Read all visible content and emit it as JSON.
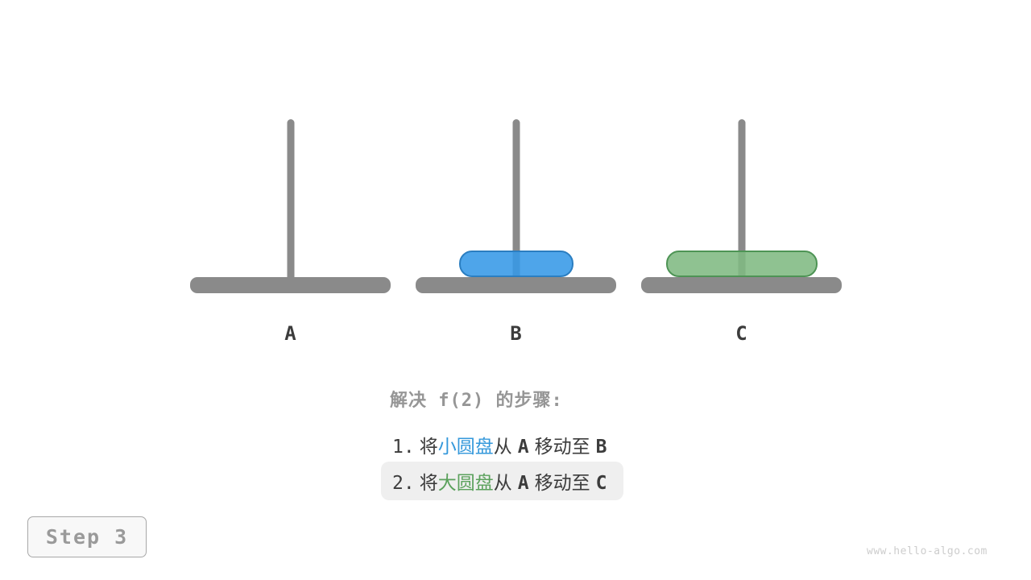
{
  "towers": {
    "labels": [
      "A",
      "B",
      "C"
    ],
    "pegs": [
      {
        "label": "A",
        "disks": []
      },
      {
        "label": "B",
        "disks": [
          "small-blue-disk"
        ]
      },
      {
        "label": "C",
        "disks": [
          "large-green-disk"
        ]
      }
    ]
  },
  "caption": {
    "heading": "解决 f(2) 的步骤:",
    "steps": [
      {
        "num": "1.",
        "pre": "将",
        "disk": "小圆盘",
        "mid": "从",
        "from": "A",
        "move": "移动至",
        "to": "B",
        "highlighted": false
      },
      {
        "num": "2.",
        "pre": "将",
        "disk": "大圆盘",
        "mid": "从",
        "from": "A",
        "move": "移动至",
        "to": "C",
        "highlighted": true
      }
    ]
  },
  "step_badge": {
    "label": "Step 3"
  },
  "watermark": "www.hello-algo.com",
  "colors": {
    "peg": "#8a8a8a",
    "base": "#8a8a8a",
    "disk-small-fill": "#3598e7e0",
    "disk-small-border": "#2b7ec1",
    "disk-large-fill": "#80ba82e0",
    "disk-large-border": "#4e9455",
    "text-dark": "#3c3c3c",
    "text-gray": "#969696",
    "text-blue": "#3498db",
    "text-green": "#5ba15c",
    "highlight-bg": "#efefef",
    "badge-bg": "#f8f8f8",
    "badge-border": "#a8a8a8",
    "badge-text": "#9a9a9a",
    "watermark": "#cdcdcd"
  }
}
